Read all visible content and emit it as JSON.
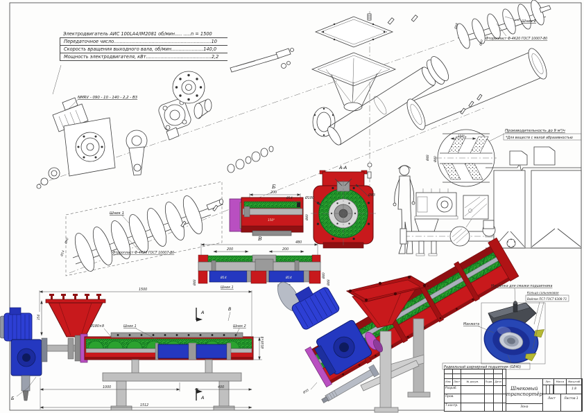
{
  "colors": {
    "red": "#c8191c",
    "dark_red": "#8f1012",
    "green": "#2ba22f",
    "dark_green": "#0f6f1f",
    "blue": "#2438c0",
    "dark_blue": "#101c66",
    "motor_blue": "#2d3fd4",
    "magenta": "#b94fc1",
    "gray": "#b5b5b5",
    "line": "#3c3c3c",
    "bearing_blue": "#2746b4"
  },
  "specs": {
    "rows": [
      "Электродвигатель  АИС 100LA4/IM2081 об/мин..... .....n = 1500",
      "Передаточное число...................................................................10",
      "Скорость вращения выходного вала, об/мин......................140,0",
      "Мощность электродвигателя, кВт.............................................2,2"
    ]
  },
  "labels": {
    "motor_model": "NMRV - 090 - 10 - 140 - 2,2 - B3",
    "screw1": "Шнек 1",
    "screw2": "Шнек 2",
    "ftoroplast": "Фторопласт Ф-4К20 ГОСТ 10007-80"
  },
  "section_marks": {
    "aa": "А-А",
    "b": "Б",
    "v": "В",
    "a": "А"
  },
  "notes": {
    "capacity": "Производительность до 9 м³/ч",
    "abrasive": "*Для веществ с малой абразивностью"
  },
  "bearing_labels": {
    "grease": "Масленка для смазки подшипника",
    "ring": "Кольцо сальниковое",
    "felt": "Войлок ПС7 ГОСТ 6308-71",
    "cuff": "Манжета",
    "radial": "Радиальный шарнирный подшипник (GE40)"
  },
  "dims": {
    "d1500": "1500",
    "d1000": "1000",
    "d400": "400",
    "d1512": "1512",
    "d354": "354",
    "d480": "480",
    "d200": "200",
    "a150": "150°",
    "d14": "Ø14",
    "d40": "Ø40",
    "d48": "Ø48",
    "d180": "Ø180",
    "d83": "Ø83",
    "d180x8": "Ø180×8",
    "d35": "Ø35"
  },
  "title_block": {
    "title": "Шнековый транспортёр",
    "scale": "1:8",
    "org": "Зона",
    "col_izm": "Изм.",
    "col_list": "Лист",
    "col_doc": "№ докум.",
    "col_sign": "Подп.",
    "col_date": "Дата",
    "row_razrab": "Разраб.",
    "row_prov": "Пров.",
    "row_tkontr": "Т.контр.",
    "lit": "Лит.",
    "mass": "Масса",
    "scale_lbl": "Масштаб",
    "sheet": "Лист",
    "sheets": "Листов 1"
  }
}
